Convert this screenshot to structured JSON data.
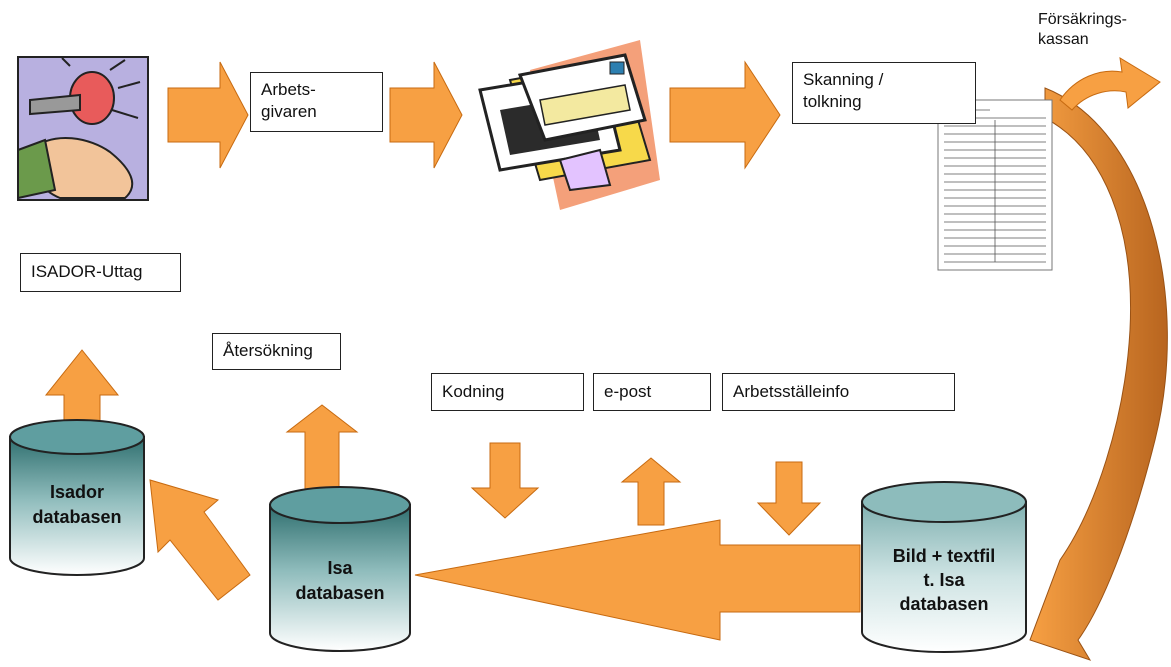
{
  "boxes": {
    "arbetsgivaren": "Arbets-\ngivaren",
    "skanning": "Skanning  /\ntolkning",
    "isador_uttag": "ISADOR-Uttag",
    "atersokning": "Återsökning",
    "kodning": "Kodning",
    "epost": "e-post",
    "arbetsstalleinfo": "Arbetsställeinfo"
  },
  "labels": {
    "forsakringskassan": "Försäkrings-\nkassan"
  },
  "cylinders": {
    "isador": [
      "Isador",
      "databasen"
    ],
    "isa": [
      "Isa",
      "databasen"
    ],
    "bild": [
      "Bild + textfil",
      "t. Isa",
      "databasen"
    ]
  },
  "colors": {
    "arrow_orange": "#f7a043",
    "arrow_stroke": "#c76a10",
    "curve_dark": "#c0702a",
    "cylinder_top": "#5f9ea0",
    "cylinder_body_light": "#ffffff",
    "cylinder_body_dark": "#3f7f7f"
  },
  "icons": {
    "injury_clipart": "injured-hand-icon",
    "mail_clipart": "envelopes-icon",
    "form_document": "claim-form-document-icon"
  }
}
